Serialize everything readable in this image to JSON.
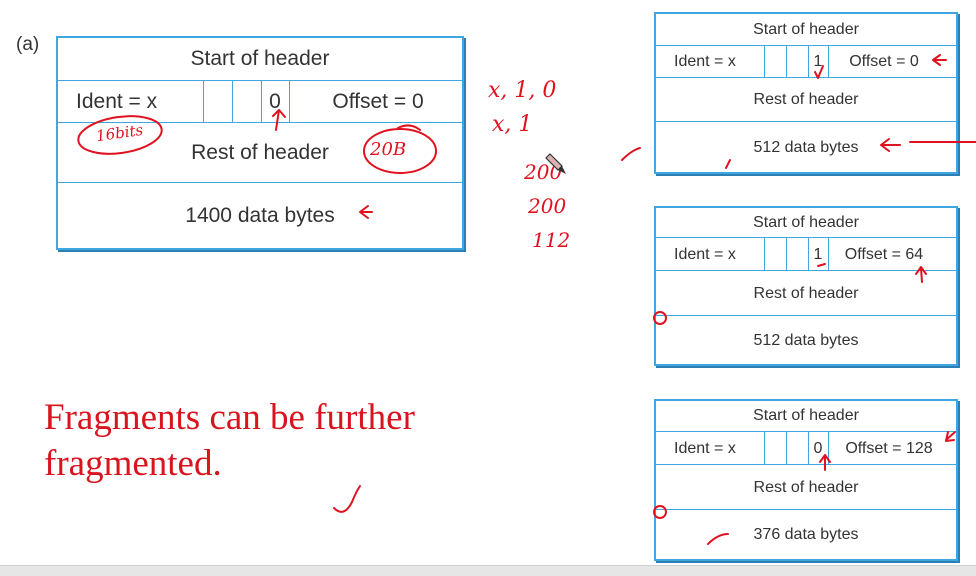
{
  "panel_label": "(a)",
  "original": {
    "start": "Start of header",
    "ident": "Ident = x",
    "flag": "0",
    "offset": "Offset = 0",
    "rest": "Rest of header",
    "data": "1400 data bytes"
  },
  "fragments": [
    {
      "start": "Start of header",
      "ident": "Ident = x",
      "flag": "1",
      "offset": "Offset = 0",
      "rest": "Rest of header",
      "data": "512 data bytes"
    },
    {
      "start": "Start of header",
      "ident": "Ident = x",
      "flag": "1",
      "offset": "Offset = 64",
      "rest": "Rest of header",
      "data": "512 data bytes"
    },
    {
      "start": "Start of header",
      "ident": "Ident = x",
      "flag": "0",
      "offset": "Offset = 128",
      "rest": "Rest of header",
      "data": "376 data bytes"
    }
  ],
  "caption": "Fragments can be further fragmented.",
  "handwritten": {
    "ident_size": "16bits",
    "header_size": "20B",
    "tuple_line1": "x, 1, 0",
    "tuple_line2": "x, 1",
    "size_1": "200",
    "size_2": "200",
    "size_3": "112"
  },
  "colors": {
    "box_border": "#3fa7df",
    "ink": "#e0121f",
    "caption": "#d9141f"
  }
}
